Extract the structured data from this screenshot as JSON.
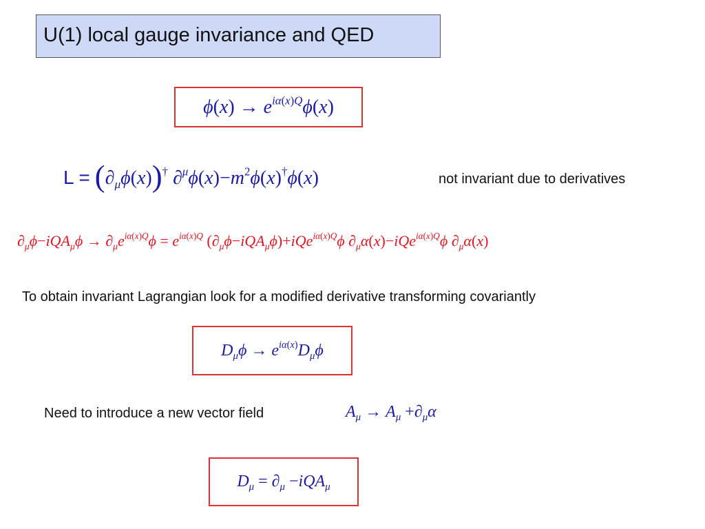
{
  "slide": {
    "title": "U(1) local gauge invariance and QED",
    "note_not_invariant": "not invariant due to derivatives",
    "note_covariant": "To obtain invariant Lagrangian look for a modified derivative transforming covariantly",
    "note_vector_field": "Need to introduce a new vector field"
  },
  "colors": {
    "title_bg": "#cdd9f7",
    "math_blue": "#1a1aa8",
    "math_red": "#e8131f",
    "box_border": "#e03030"
  }
}
